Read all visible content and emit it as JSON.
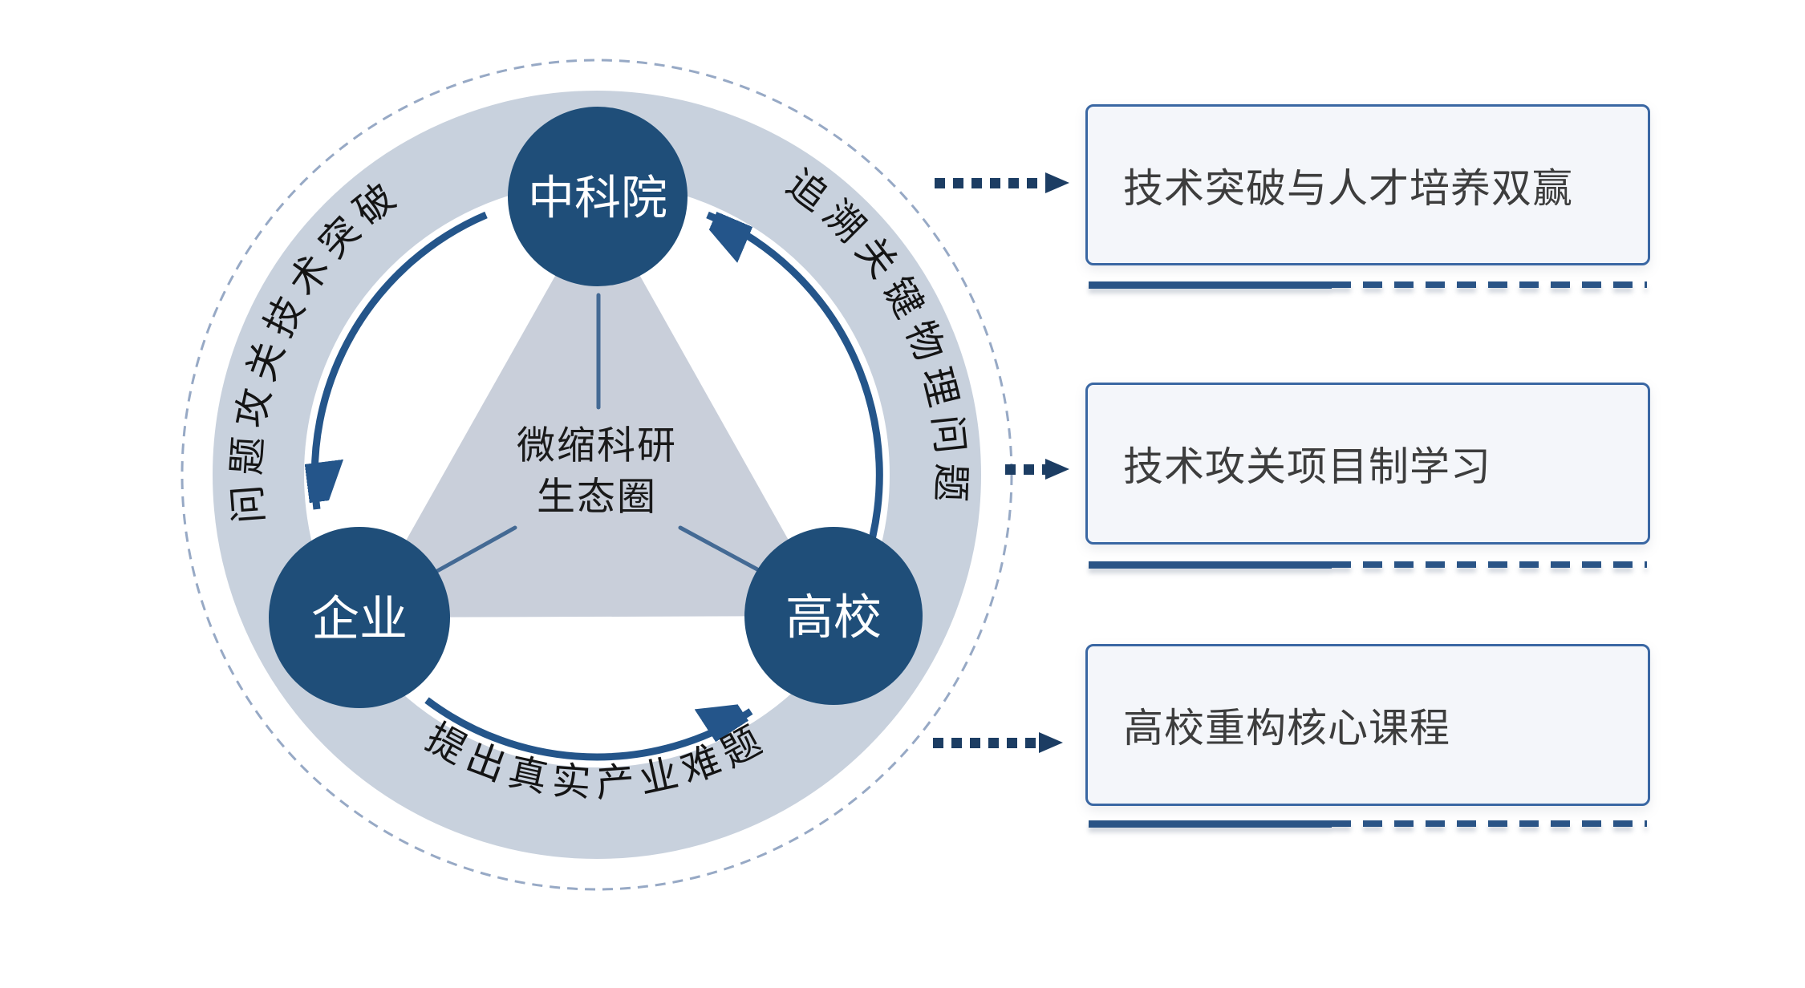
{
  "diagram": {
    "center": {
      "line1": "微缩科研",
      "line2": "生态圈"
    },
    "nodes": {
      "top": "中科院",
      "bottom_left": "企业",
      "bottom_right": "高校"
    },
    "arcs": {
      "left": "问题攻关技术突破",
      "right": "追溯关键物理问题",
      "bottom": "提出真实产业难题"
    }
  },
  "outcomes": [
    {
      "label": "技术突破与人才培养双赢"
    },
    {
      "label": "技术攻关项目制学习"
    },
    {
      "label": "高校重构核心课程"
    }
  ],
  "colors": {
    "node_fill": "#1f4e79",
    "ring_band": "#c8d1dd",
    "triangle": "#c9cfda",
    "arc_arrow": "#24558a",
    "dashed_ring": "#97a9c5",
    "dotted_arrow": "#1c3d63",
    "underline": "#2a5486",
    "box_border": "#3a67a3",
    "box_bg": "#f4f6fa",
    "box_text": "#3d3d3d"
  }
}
